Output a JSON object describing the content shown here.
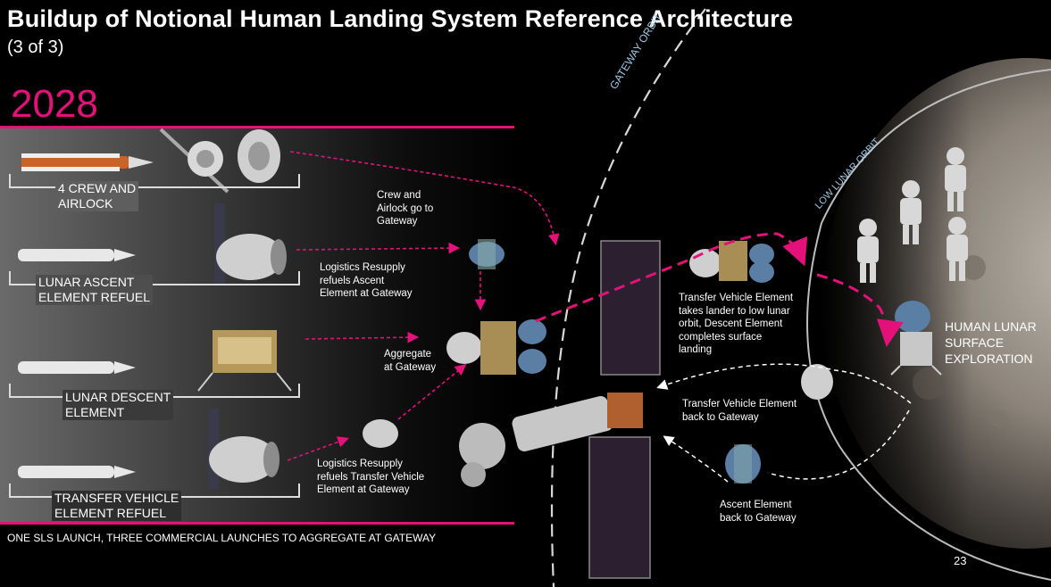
{
  "header": {
    "title": "Buildup of Notional Human Landing System Reference Architecture",
    "subtitle": "(3 of 3)",
    "year": "2028"
  },
  "launches": [
    {
      "label_line1": "4 CREW  AND",
      "label_line2": "AIRLOCK"
    },
    {
      "label_line1": "LUNAR  ASCENT",
      "label_line2": "ELEMENT REFUEL"
    },
    {
      "label_line1": "LUNAR DESCENT",
      "label_line2": "ELEMENT"
    },
    {
      "label_line1": "TRANSFER VEHICLE",
      "label_line2": "ELEMENT REFUEL"
    }
  ],
  "orbits": {
    "gateway": "GATEWAY ORBIT",
    "low_lunar": "LOW LUNAR ORBIT"
  },
  "annotations": {
    "crew_airlock": [
      "Crew and",
      "Airlock  go to",
      "Gateway"
    ],
    "logistics_ascent": [
      "Logistics Resupply",
      "refuels  Ascent",
      "Element at Gateway"
    ],
    "aggregate": [
      "Aggregate",
      "at Gateway"
    ],
    "logistics_transfer": [
      "Logistics Resupply",
      "refuels  Transfer Vehicle",
      "Element at Gateway"
    ],
    "transfer_vehicle": [
      "Transfer Vehicle Element",
      "takes lander to  low lunar",
      "orbit, Descent Element",
      "completes surface",
      "landing"
    ],
    "transfer_back": [
      "Transfer Vehicle Element",
      "back to Gateway"
    ],
    "ascent_back": [
      "Ascent Element",
      "back to Gateway"
    ],
    "surface": [
      "HUMAN LUNAR",
      "SURFACE",
      "EXPLORATION"
    ]
  },
  "footer": "ONE   SLS  LAUNCH, THREE  COMMERCIAL  LAUNCHES  TO   AGGREGATE   AT GATEWAY",
  "page_number": "23",
  "colors": {
    "accent": "#e4117a",
    "background": "#000000"
  }
}
